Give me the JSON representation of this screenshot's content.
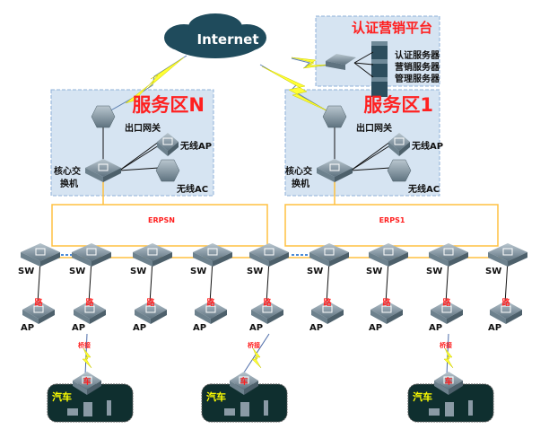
{
  "internet": {
    "label": "Internet"
  },
  "auth_platform": {
    "title": "认证营销平台",
    "servers": [
      "认证服务器",
      "营销服务器",
      "管理服务器"
    ]
  },
  "zones": [
    {
      "title": "服务区N",
      "gateway_label": "出口网关",
      "core_label_1": "核心交",
      "core_label_2": "换机",
      "ap_label": "无线AP",
      "ac_label": "无线AC",
      "ring_label": "ERPSN"
    },
    {
      "title": "服务区1",
      "gateway_label": "出口网关",
      "core_label_1": "核心交",
      "core_label_2": "换机",
      "ap_label": "无线AP",
      "ac_label": "无线AC",
      "ring_label": "ERPS1"
    }
  ],
  "access": {
    "switch_label": "SW",
    "ap_label": "AP",
    "ap_mark": "路",
    "switch_count": 9
  },
  "vehicles": [
    {
      "label": "汽车",
      "mark": "车",
      "link_label": "桥接"
    },
    {
      "label": "汽车",
      "mark": "车",
      "link_label": "桥接"
    },
    {
      "label": "汽车",
      "mark": "车",
      "link_label": "桥接"
    }
  ],
  "colors": {
    "zone_bg": "#d6e4f2",
    "zone_border": "#8fb0d8",
    "ring": "#ffc040",
    "title_red": "#ff2020",
    "cloud": "#1f4b5c",
    "vehicle_bg": "#0f2f2f",
    "vehicle_text": "#ffff00"
  }
}
